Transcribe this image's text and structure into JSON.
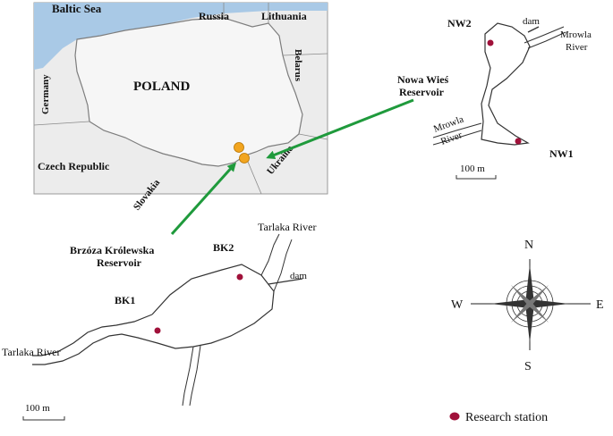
{
  "inset_map": {
    "countries": {
      "baltic": "Baltic Sea",
      "russia": "Russia",
      "lithuania": "Lithuania",
      "poland": "POLAND",
      "belarus": "Belarus",
      "germany": "Germany",
      "czech": "Czech Republic",
      "slovakia": "Slovakia",
      "ukraine": "Ukraine"
    },
    "colors": {
      "sea": "#a9c9e6",
      "land": "#e9e9e9",
      "poland": "#f6f6f6",
      "marker": "#f2a51f",
      "arrow": "#1f9a3c"
    }
  },
  "nowa_wies": {
    "title_line1": "Nowa Wieś",
    "title_line2": "Reservoir",
    "station1": "NW1",
    "station2": "NW2",
    "dam": "dam",
    "river_top_1": "Mrowla",
    "river_top_2": "River",
    "river_bottom_1": "Mrowla",
    "river_bottom_2": "River",
    "scale": "100 m"
  },
  "brzoza": {
    "title_line1": "Brzóza Królewska",
    "title_line2": "Reservoir",
    "station1": "BK1",
    "station2": "BK2",
    "dam": "dam",
    "river_top": "Tarlaka River",
    "river_left": "Tarlaka River",
    "scale": "100 m"
  },
  "compass": {
    "n": "N",
    "s": "S",
    "e": "E",
    "w": "W"
  },
  "legend": {
    "label": "Research station",
    "color": "#a0113a"
  }
}
